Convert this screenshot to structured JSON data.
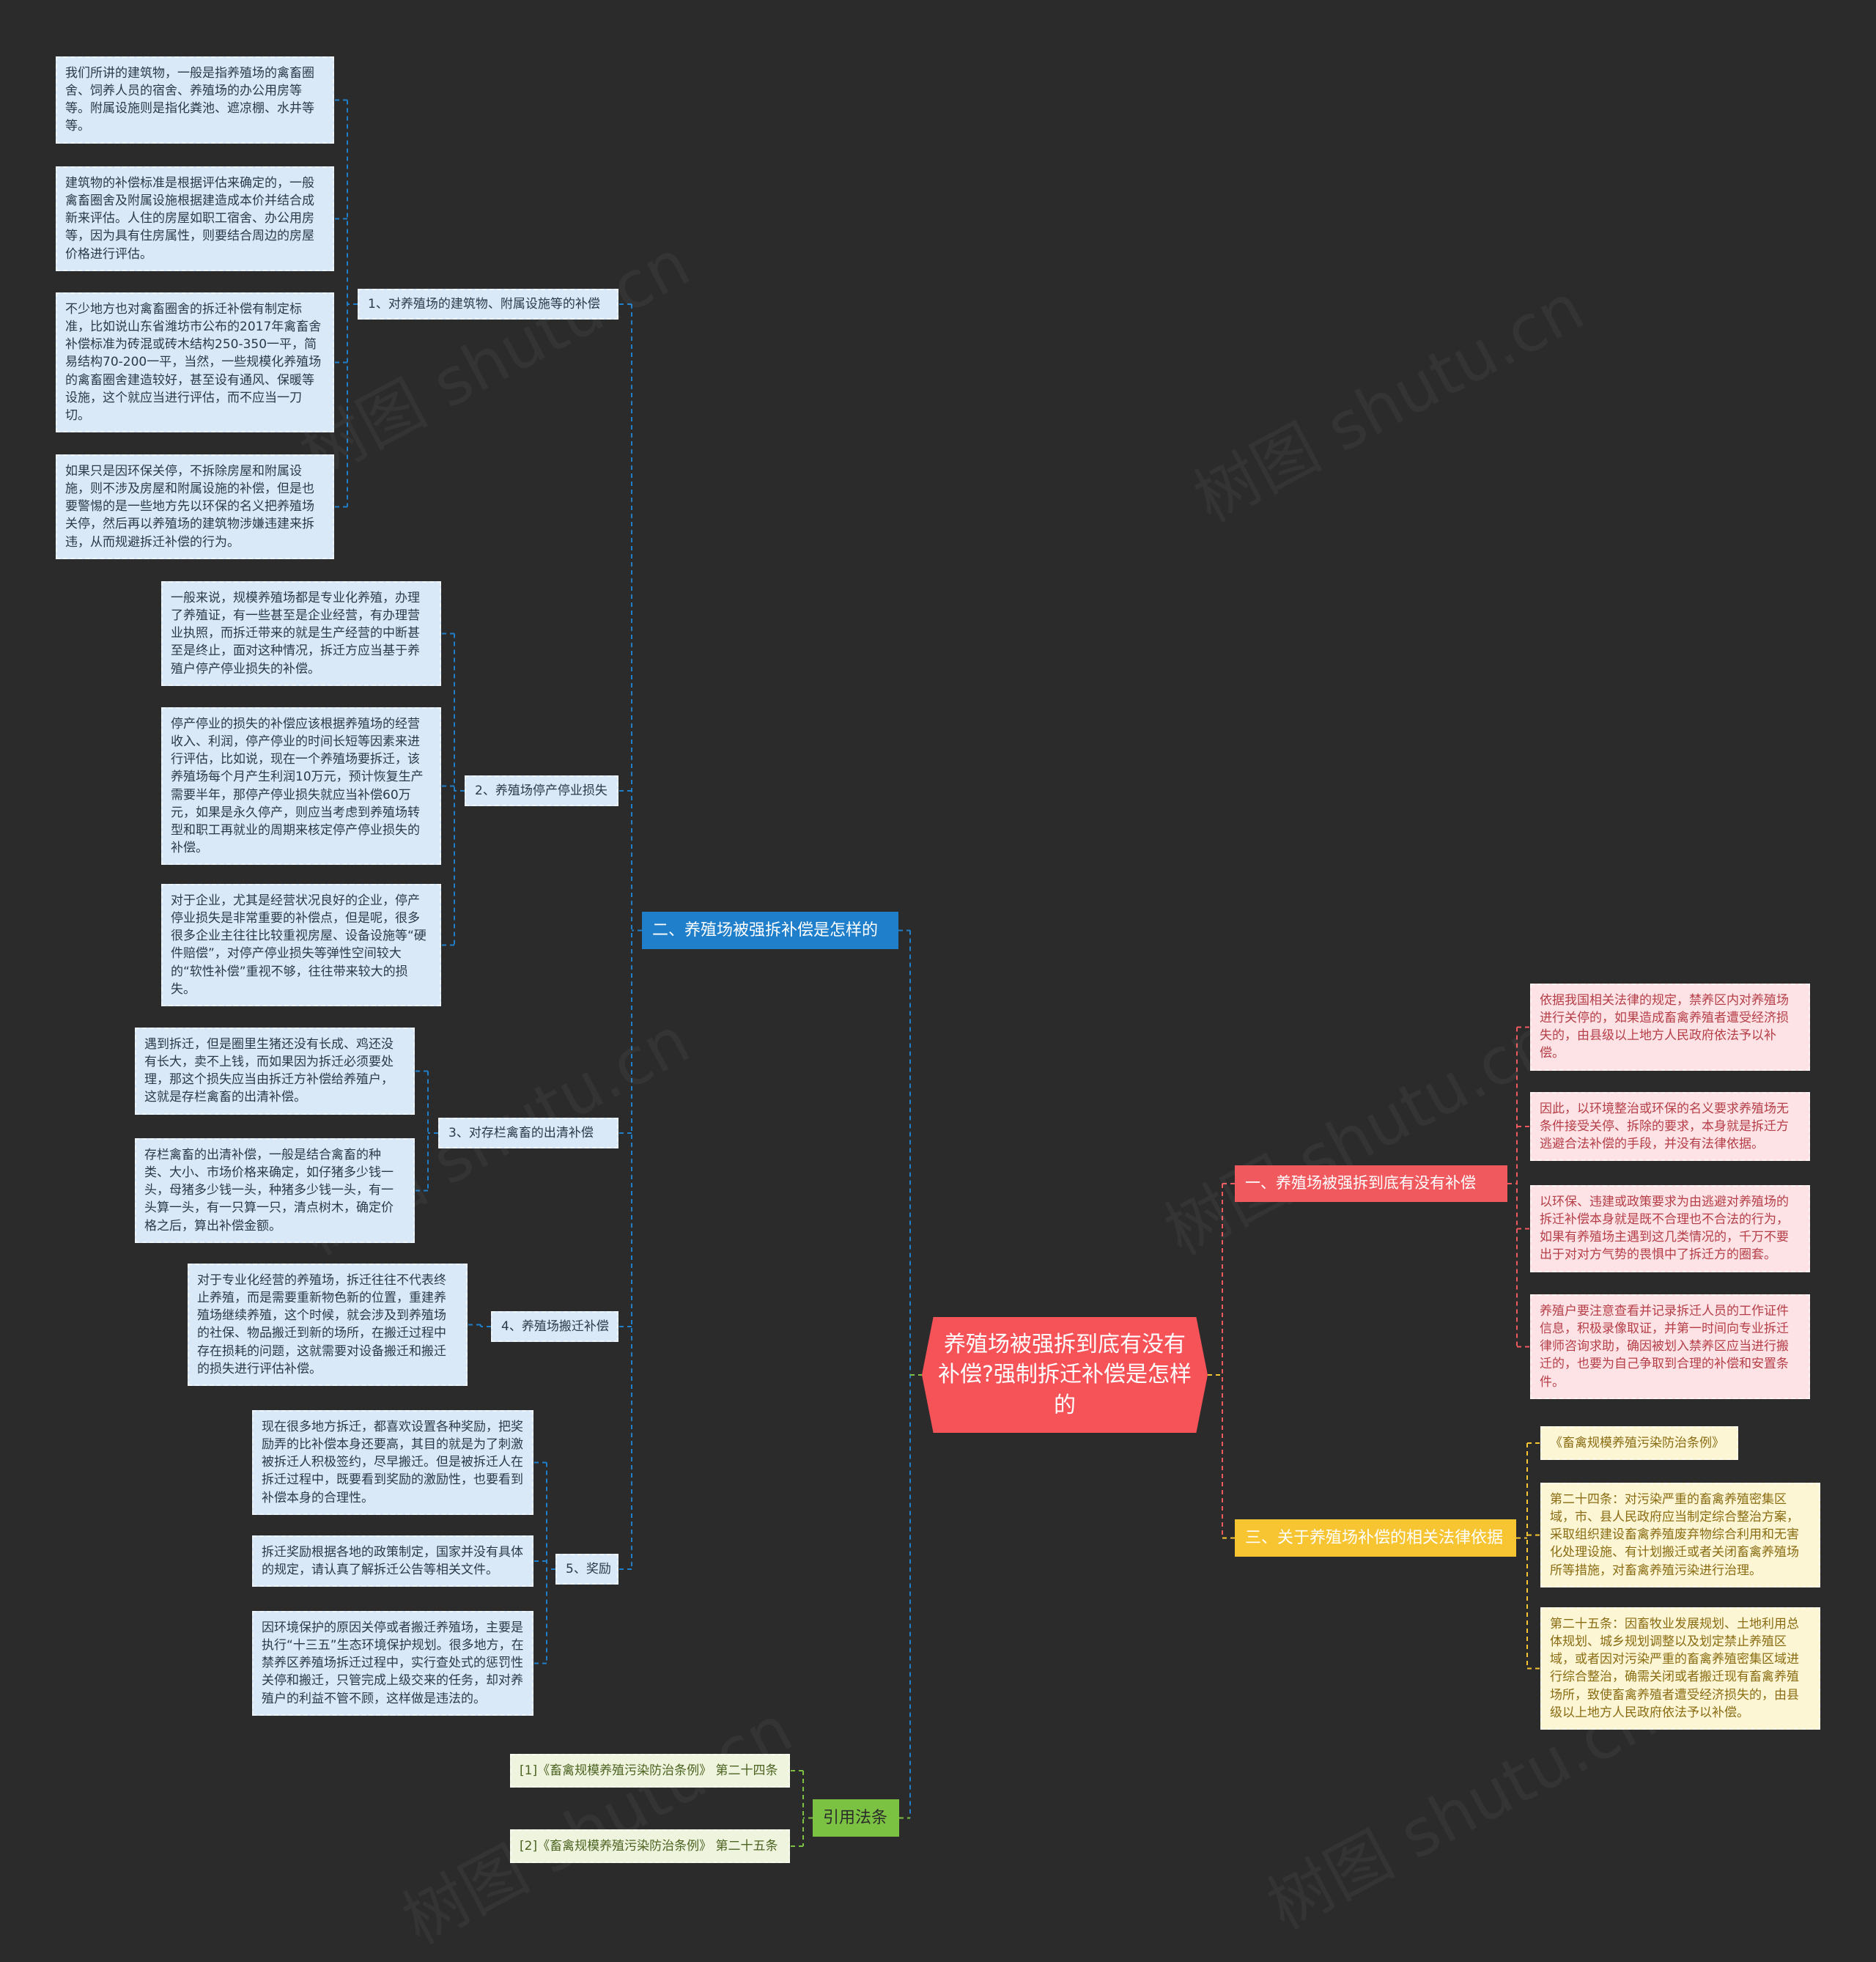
{
  "root": {
    "title": "养殖场被强拆到底有没有补偿?强制拆迁补偿是怎样的"
  },
  "branches": {
    "b1": "一、养殖场被强拆到底有没有补偿",
    "b2": "二、养殖场被强拆补偿是怎样的",
    "b3": "三、关于养殖场补偿的相关法律依据",
    "b4": "引用法条"
  },
  "b1_leaves": [
    "依据我国相关法律的规定，禁养区内对养殖场进行关停的，如果造成畜禽养殖者遭受经济损失的，由县级以上地方人民政府依法予以补偿。",
    "因此，以环境整治或环保的名义要求养殖场无条件接受关停、拆除的要求，本身就是拆迁方逃避合法补偿的手段，并没有法律依据。",
    "以环保、违建或政策要求为由逃避对养殖场的拆迁补偿本身就是既不合理也不合法的行为，如果有养殖场主遇到这几类情况的，千万不要出于对对方气势的畏惧中了拆迁方的圈套。",
    "养殖户要注意查看并记录拆迁人员的工作证件信息，积极录像取证，并第一时间向专业拆迁律师咨询求助，确因被划入禁养区应当进行搬迁的，也要为自己争取到合理的补偿和安置条件。"
  ],
  "b2_subs": {
    "s1": "1、对养殖场的建筑物、附属设施等的补偿",
    "s2": "2、养殖场停产停业损失",
    "s3": "3、对存栏禽畜的出清补偿",
    "s4": "4、养殖场搬迁补偿",
    "s5": "5、奖励"
  },
  "s1_leaves": [
    "我们所讲的建筑物，一般是指养殖场的禽畜圈舍、饲养人员的宿舍、养殖场的办公用房等等。附属设施则是指化粪池、遮凉棚、水井等等。",
    "建筑物的补偿标准是根据评估来确定的，一般禽畜圈舍及附属设施根据建造成本价并结合成新来评估。人住的房屋如职工宿舍、办公用房等，因为具有住房属性，则要结合周边的房屋价格进行评估。",
    "不少地方也对禽畜圈舍的拆迁补偿有制定标准，比如说山东省潍坊市公布的2017年禽畜舍补偿标准为砖混或砖木结构250-350一平，简易结构70-200一平，当然，一些规模化养殖场的禽畜圈舍建造较好，甚至设有通风、保暖等设施，这个就应当进行评估，而不应当一刀切。",
    "如果只是因环保关停，不拆除房屋和附属设施，则不涉及房屋和附属设施的补偿，但是也要警惕的是一些地方先以环保的名义把养殖场关停，然后再以养殖场的建筑物涉嫌违建来拆违，从而规避拆迁补偿的行为。"
  ],
  "s2_leaves": [
    "一般来说，规模养殖场都是专业化养殖，办理了养殖证，有一些甚至是企业经营，有办理营业执照，而拆迁带来的就是生产经营的中断甚至是终止，面对这种情况，拆迁方应当基于养殖户停产停业损失的补偿。",
    "停产停业的损失的补偿应该根据养殖场的经营收入、利润，停产停业的时间长短等因素来进行评估，比如说，现在一个养殖场要拆迁，该养殖场每个月产生利润10万元，预计恢复生产需要半年，那停产停业损失就应当补偿60万元，如果是永久停产，则应当考虑到养殖场转型和职工再就业的周期来核定停产停业损失的补偿。",
    "对于企业，尤其是经营状况良好的企业，停产停业损失是非常重要的补偿点，但是呢，很多很多企业主往往比较重视房屋、设备设施等“硬件赔偿”，对停产停业损失等弹性空间较大的“软性补偿”重视不够，往往带来较大的损失。"
  ],
  "s3_leaves": [
    "遇到拆迁，但是圈里生猪还没有长成、鸡还没有长大，卖不上钱，而如果因为拆迁必须要处理，那这个损失应当由拆迁方补偿给养殖户，这就是存栏禽畜的出清补偿。",
    "存栏禽畜的出清补偿，一般是结合禽畜的种类、大小、市场价格来确定，如仔猪多少钱一头，母猪多少钱一头，种猪多少钱一头，有一头算一头，有一只算一只，清点树木，确定价格之后，算出补偿金额。"
  ],
  "s4_leaves": [
    "对于专业化经营的养殖场，拆迁往往不代表终止养殖，而是需要重新物色新的位置，重建养殖场继续养殖，这个时候，就会涉及到养殖场的社保、物品搬迁到新的场所，在搬迁过程中存在损耗的问题，这就需要对设备搬迁和搬迁的损失进行评估补偿。"
  ],
  "s5_leaves": [
    "现在很多地方拆迁，都喜欢设置各种奖励，把奖励弄的比补偿本身还要高，其目的就是为了刺激被拆迁人积极签约，尽早搬迁。但是被拆迁人在拆迁过程中，既要看到奖励的激励性，也要看到补偿本身的合理性。",
    "拆迁奖励根据各地的政策制定，国家并没有具体的规定，请认真了解拆迁公告等相关文件。",
    "因环境保护的原因关停或者搬迁养殖场，主要是执行“十三五”生态环境保护规划。很多地方，在禁养区养殖场拆迁过程中，实行查处式的惩罚性关停和搬迁，只管完成上级交来的任务，却对养殖户的利益不管不顾，这样做是违法的。"
  ],
  "b3_leaves": [
    "《畜禽规模养殖污染防治条例》",
    "第二十四条：对污染严重的畜禽养殖密集区域，市、县人民政府应当制定综合整治方案，采取组织建设畜禽养殖废弃物综合利用和无害化处理设施、有计划搬迁或者关闭畜禽养殖场所等措施，对畜禽养殖污染进行治理。",
    "第二十五条：因畜牧业发展规划、土地利用总体规划、城乡规划调整以及划定禁止养殖区域，或者因对污染严重的畜禽养殖密集区域进行综合整治，确需关闭或者搬迁现有畜禽养殖场所，致使畜禽养殖者遭受经济损失的，由县级以上地方人民政府依法予以补偿。"
  ],
  "b4_leaves": [
    "[1]《畜禽规模养殖污染防治条例》 第二十四条",
    "[2]《畜禽规模养殖污染防治条例》 第二十五条"
  ],
  "watermark": "树图 shutu.cn",
  "colors": {
    "background": "#2b2b2b",
    "root": "#f65358",
    "blue": "#1f7fca",
    "red": "#f05a5f",
    "yellow": "#f7c532",
    "green": "#7bc142"
  }
}
